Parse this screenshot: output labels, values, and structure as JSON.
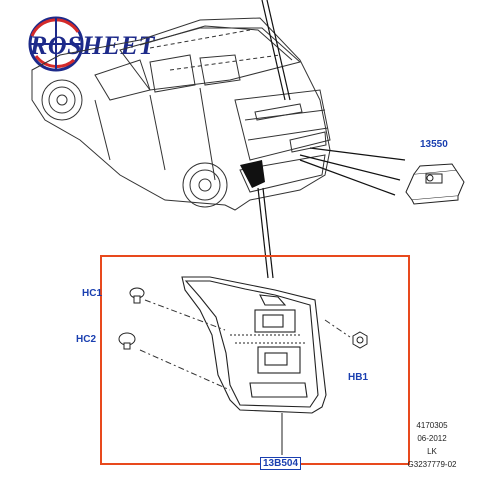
{
  "logo": {
    "text": "ROSHEET",
    "brand_color": "#1d2a8a",
    "accent_color": "#d42a2a"
  },
  "highlight_color": "#e8491d",
  "label_color": "#1a3fb0",
  "labels": {
    "license_lamp": "13550",
    "clip_top": "HC1",
    "clip_mid": "HC2",
    "nut": "HB1",
    "tail_lamp": "13B504"
  },
  "reference": {
    "line1": "4170305",
    "line2": "06-2012",
    "line3": "LK",
    "line4": "G3237779-02"
  },
  "icons": [
    "vehicle-illustration",
    "tail-lamp-illustration",
    "license-plate-lamp-illustration",
    "clip-icon",
    "nut-icon"
  ]
}
